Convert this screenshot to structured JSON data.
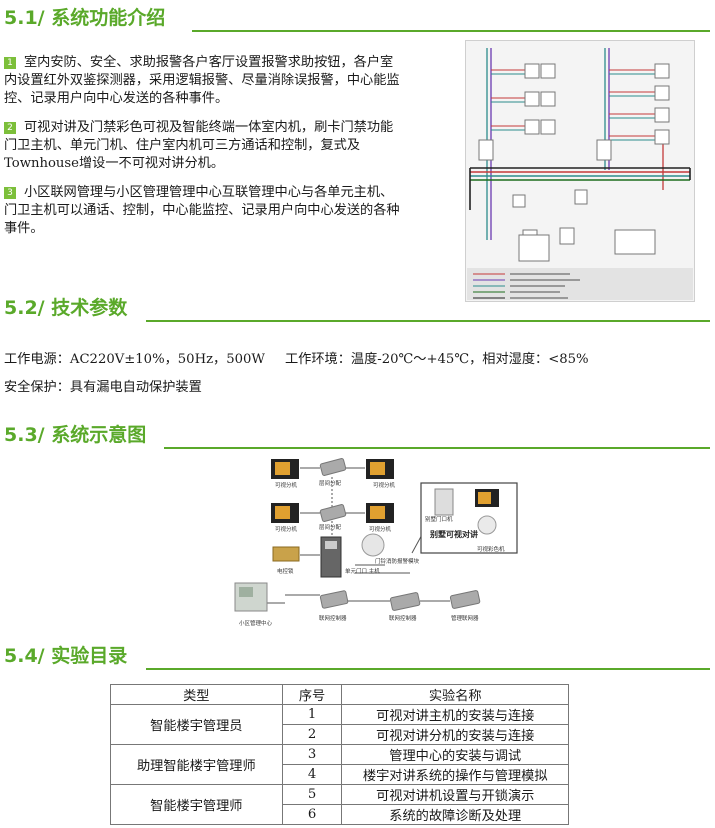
{
  "sections": {
    "s1": "5.1/ 系统功能介绍",
    "s2": "5.2/ 技术参数",
    "s3": "5.3/ 系统示意图",
    "s4": "5.4/ 实验目录"
  },
  "features": [
    {
      "num": "1",
      "text": "室内安防、安全、求助报警各户客厅设置报警求助按钮，各户室内设置红外双鉴探测器，采用逻辑报警、尽量消除误报警，中心能监控、记录用户向中心发送的各种事件。"
    },
    {
      "num": "2",
      "text": "可视对讲及门禁彩色可视及智能终端一体室内机，刷卡门禁功能门卫主机、单元门机、住户室内机可三方通话和控制，复式及Townhouse增设一不可视对讲分机。"
    },
    {
      "num": "3",
      "text": "小区联网管理与小区管理管理中心互联管理中心与各单元主机、门卫主机可以通话、控制，中心能监控、记录用户向中心发送的各种事件。"
    }
  ],
  "specs": {
    "power": "工作电源：AC220V±10%，50Hz，500W",
    "env": "工作环境：温度-20℃～+45℃，相对湿度：<85%",
    "safety": "安全保护：具有漏电自动保护装置"
  },
  "diagram": {
    "labels": [
      "可视分机",
      "层间分配",
      "可视分机",
      "可视分机",
      "层间分配",
      "可视分机",
      "电控锁",
      "单元门口 主机",
      "门铃消防报警模块",
      "别墅门口机",
      "可视彩色机",
      "别墅可视对讲",
      "小区管理中心",
      "联网控制器",
      "联网控制器",
      "管理联网器"
    ]
  },
  "table": {
    "headers": [
      "类型",
      "序号",
      "实验名称"
    ],
    "groups": [
      {
        "type": "智能楼宇管理员",
        "rows": [
          {
            "no": "1",
            "name": "可视对讲主机的安装与连接"
          },
          {
            "no": "2",
            "name": "可视对讲分机的安装与连接"
          }
        ]
      },
      {
        "type": "助理智能楼宇管理师",
        "rows": [
          {
            "no": "3",
            "name": "管理中心的安装与调试"
          },
          {
            "no": "4",
            "name": "楼宇对讲系统的操作与管理模拟"
          }
        ]
      },
      {
        "type": "智能楼宇管理师",
        "rows": [
          {
            "no": "5",
            "name": "可视对讲机设置与开锁演示"
          },
          {
            "no": "6",
            "name": "系统的故障诊断及处理"
          }
        ]
      }
    ]
  },
  "colors": {
    "accent": "#5aa92a",
    "badge": "#7cbf3a"
  }
}
